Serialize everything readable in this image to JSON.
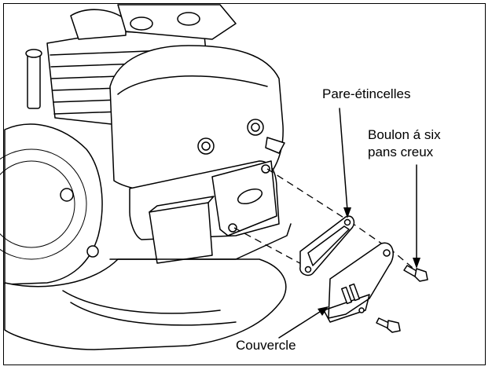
{
  "labels": {
    "spark_arrester": "Pare-étincelles",
    "bolt_line1": "Boulon á six",
    "bolt_line2": "pans creux",
    "cover": "Couvercle"
  },
  "colors": {
    "ink": "#000000",
    "paper": "#ffffff"
  }
}
